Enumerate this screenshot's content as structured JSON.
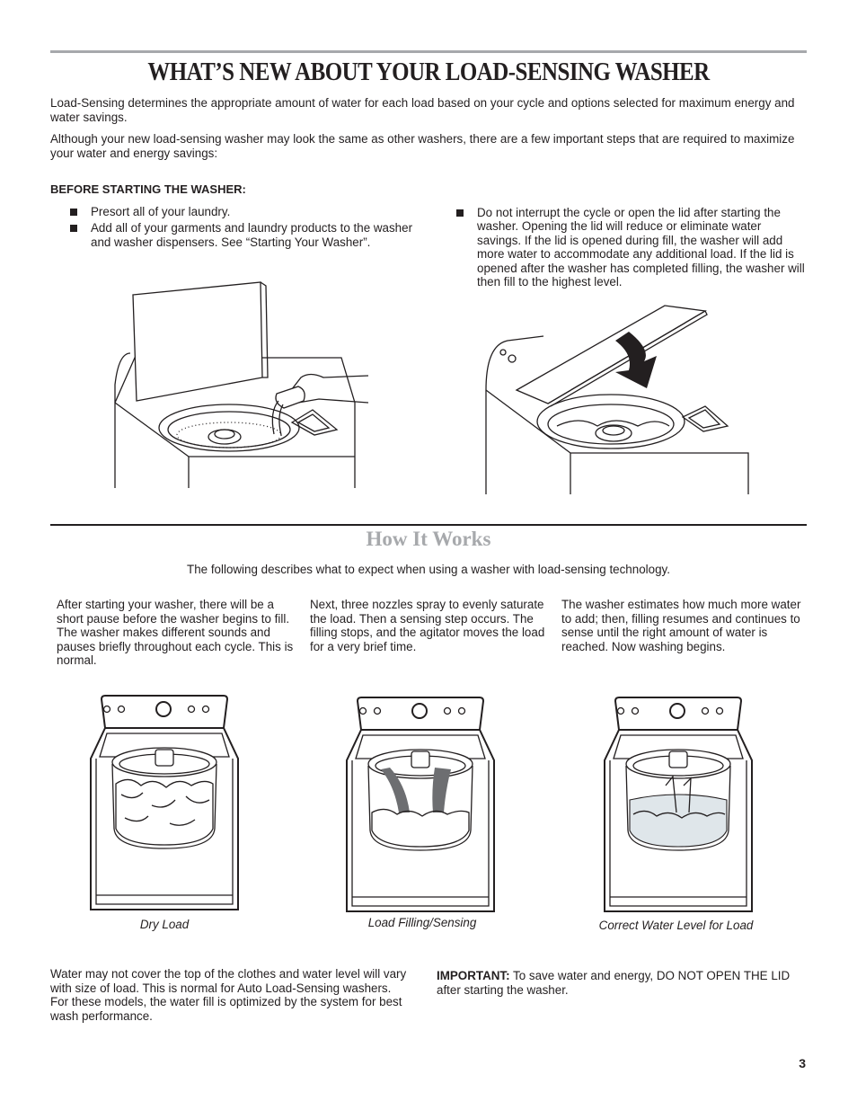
{
  "page": {
    "title": "WHAT’S NEW ABOUT YOUR LOAD-SENSING WASHER",
    "intro_1": "Load-Sensing determines the appropriate amount of water for each load based on your cycle and options selected for maximum energy and water savings.",
    "intro_2": "Although your new load-sensing washer may look the same as other washers, there are a few important steps that are required to maximize your water and energy savings:",
    "before_heading": "BEFORE STARTING THE WASHER:",
    "bullets_left": [
      "Presort all of your laundry.",
      "Add all of your garments and laundry products to the washer and washer dispensers. See “Starting Your Washer”."
    ],
    "bullets_right": [
      "Do not interrupt the cycle or open the lid after starting the washer. Opening the lid will reduce or eliminate water savings. If the lid is opened during fill, the washer will add more water to accommodate any additional load. If the lid is opened after the washer has completed filling, the washer will then fill to the highest level."
    ],
    "how_title": "How It Works",
    "how_intro": "The following describes what to expect when using a washer with load-sensing technology.",
    "steps": [
      "After starting your washer, there will be a short pause before the washer begins to fill. The washer makes different sounds and pauses briefly throughout each cycle. This is normal.",
      "Next, three nozzles spray to evenly saturate the load. Then a sensing step occurs. The filling stops, and the agitator moves the load for a very brief time.",
      "The washer estimates how much more water to add; then, filling resumes and continues to sense until the right amount of water is reached. Now washing begins."
    ],
    "captions": [
      "Dry Load",
      "Load Filling/Sensing",
      "Correct Water Level for Load"
    ],
    "note": "Water may not cover the top of the clothes and water level will vary with size of load. This is normal for Auto Load-Sensing washers. For these models, the water fill is optimized by the system for best wash performance.",
    "important_label": "IMPORTANT:",
    "important_text": " To save water and energy, DO NOT OPEN THE LID after starting the washer.",
    "page_number": "3"
  },
  "colors": {
    "text": "#231f20",
    "rule_gray": "#a7a9ac",
    "subtitle_gray": "#a7a9ac",
    "water_blue": "#dfe6ea"
  }
}
